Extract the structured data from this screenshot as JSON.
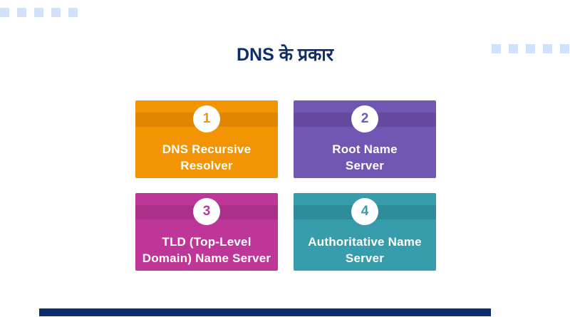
{
  "title": {
    "text": "DNS के प्रकार",
    "color": "#0d2c6b"
  },
  "decor": {
    "square_color": "#cfe1fb",
    "top_left_squares": 5,
    "right_squares": 5,
    "bottom_bar": {
      "color": "#0d2c6b"
    }
  },
  "cards": [
    {
      "number": "1",
      "label": "DNS Recursive Resolver",
      "lines": [
        "DNS Recursive",
        "Resolver"
      ],
      "bg": "#f39502",
      "stripe": "#e08600",
      "text_color": "#ffffff"
    },
    {
      "number": "2",
      "label": "Root Name Server",
      "lines": [
        "Root Name",
        "Server"
      ],
      "bg": "#7156b3",
      "stripe": "#65499f",
      "text_color": "#ffffff"
    },
    {
      "number": "3",
      "label": "TLD (Top-Level Domain) Name Server",
      "lines": [
        "TLD (Top-Level",
        "Domain) Name Server"
      ],
      "bg": "#bf3699",
      "stripe": "#ac2f8a",
      "text_color": "#ffffff"
    },
    {
      "number": "4",
      "label": "Authoritative Name Server",
      "lines": [
        "Authoritative Name",
        "Server"
      ],
      "bg": "#379cab",
      "stripe": "#2f8c9b",
      "text_color": "#ffffff"
    }
  ]
}
